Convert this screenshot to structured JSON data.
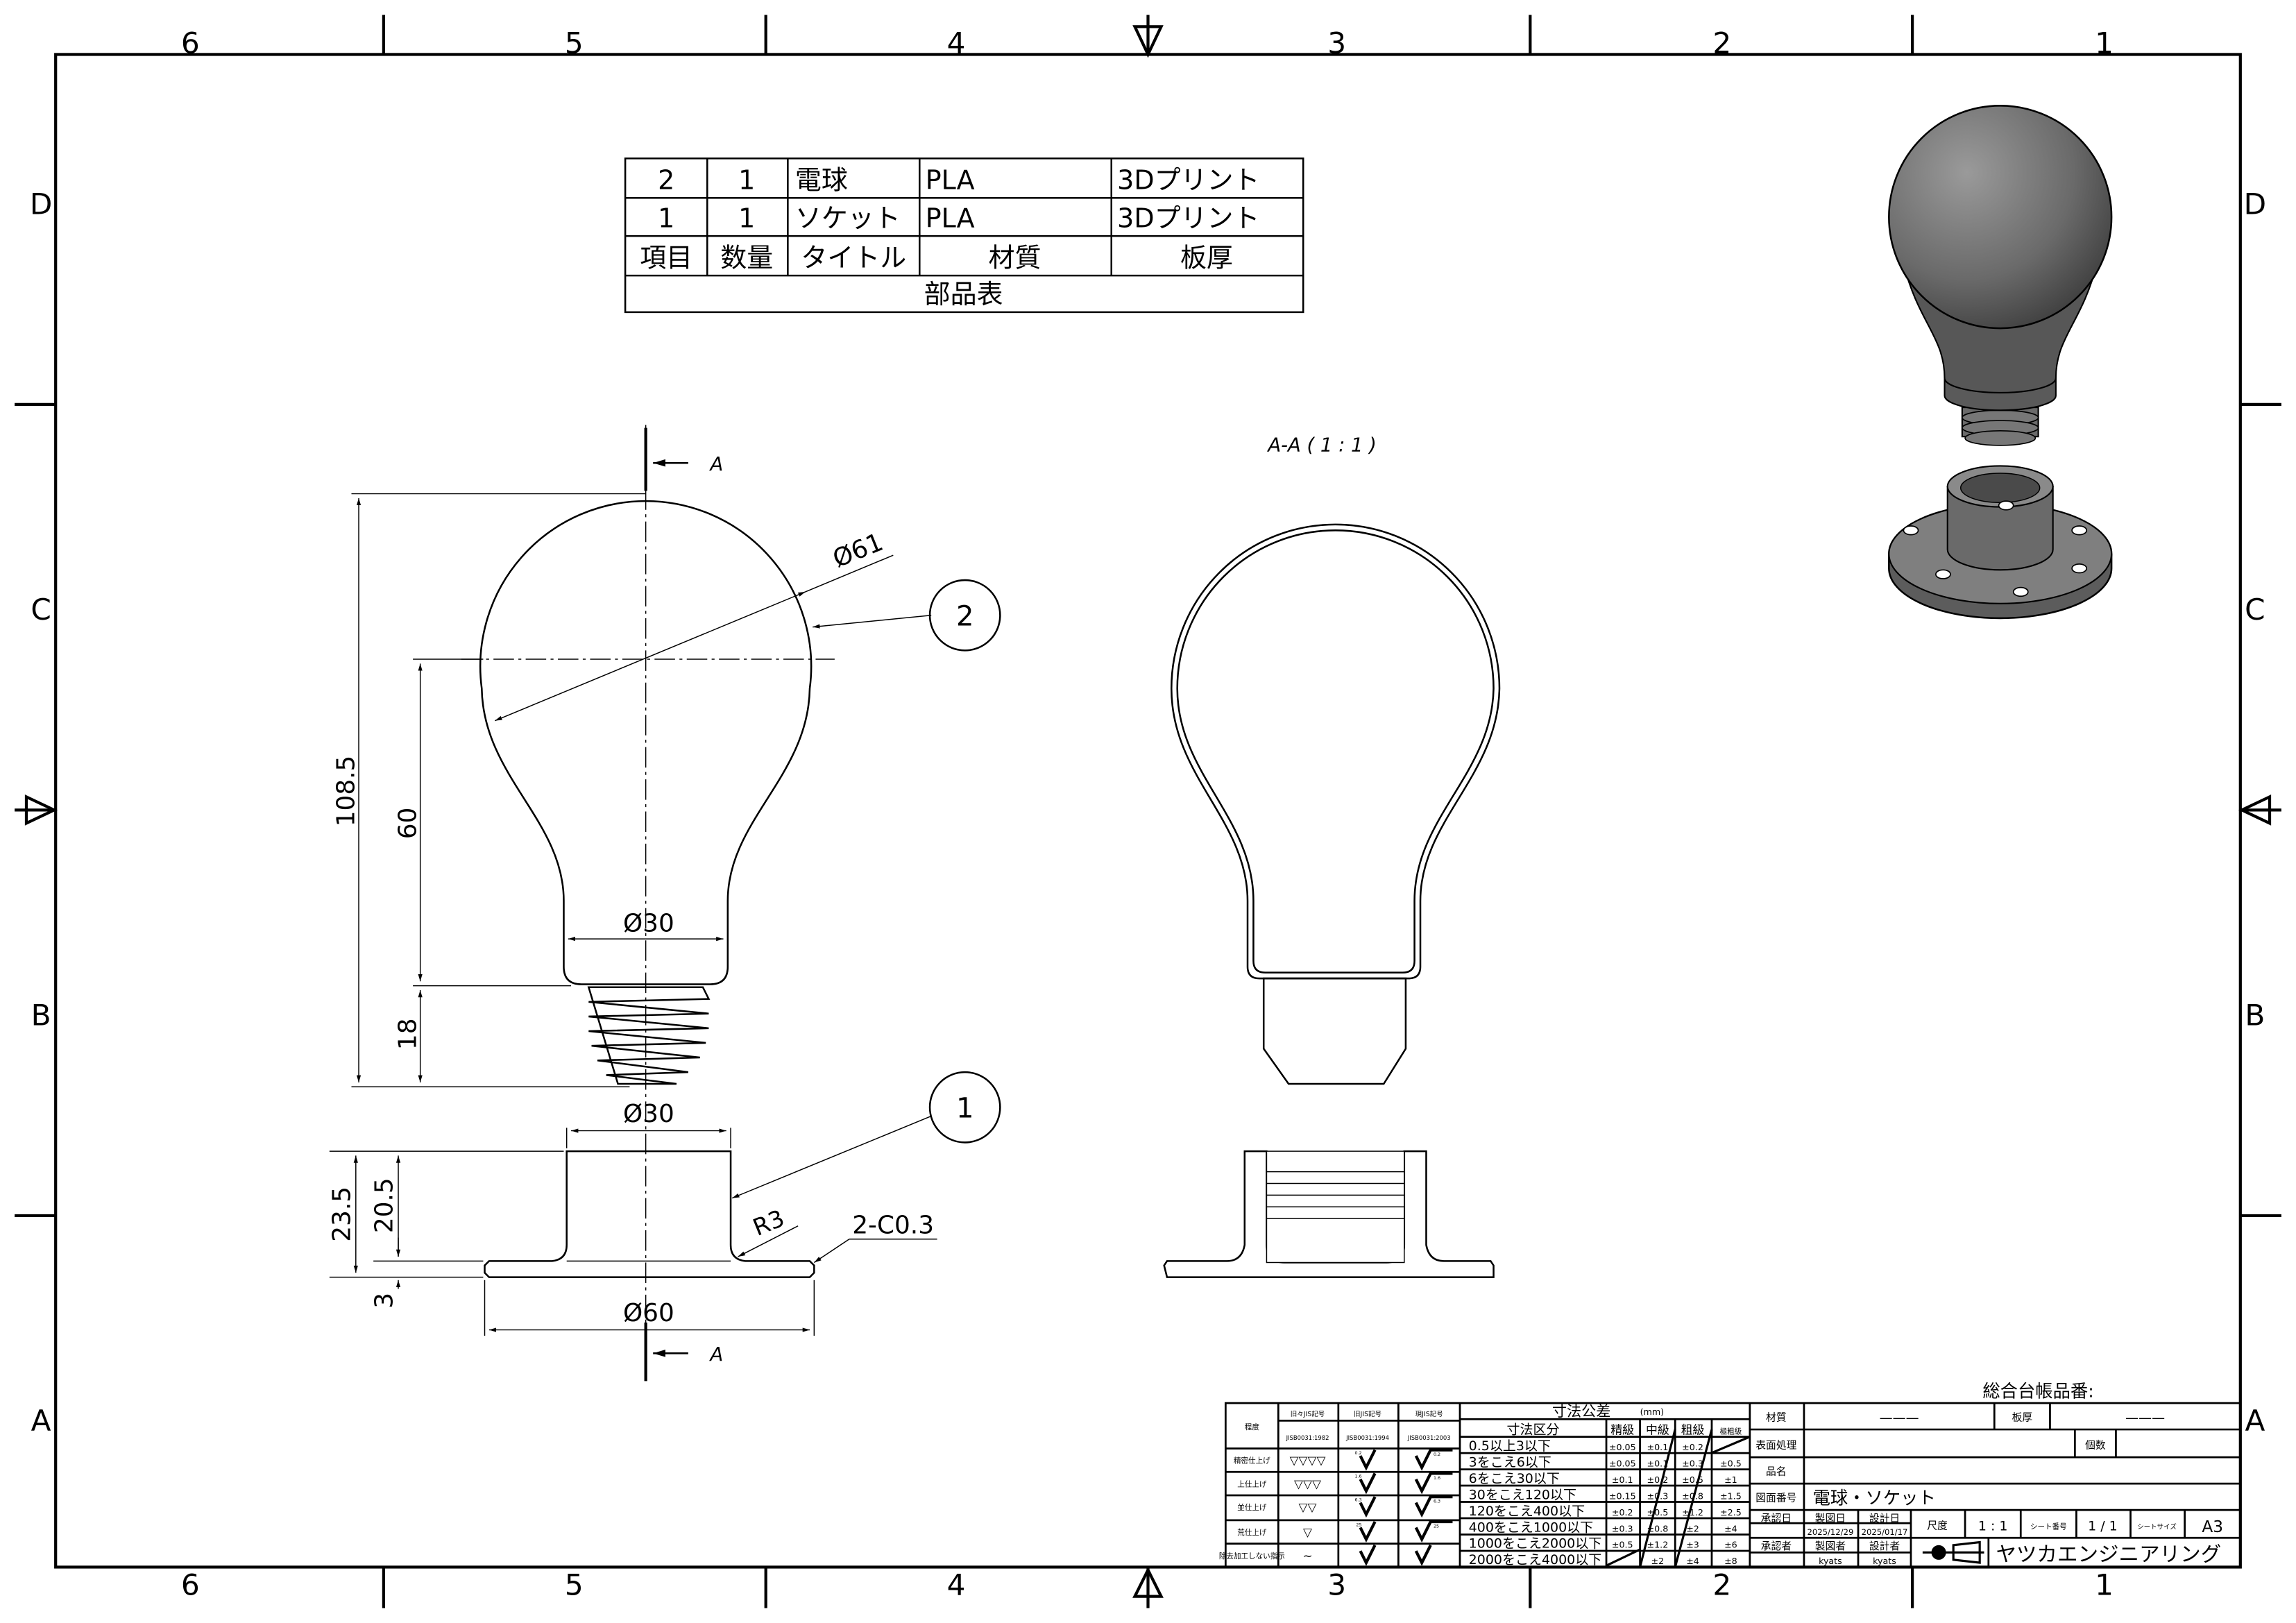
{
  "border": {
    "columns": [
      "6",
      "5",
      "4",
      "3",
      "2",
      "1"
    ],
    "rows": [
      "D",
      "C",
      "B",
      "A"
    ]
  },
  "parts_table": {
    "rows": [
      [
        "2",
        "1",
        "電球",
        "PLA",
        "3Dプリント"
      ],
      [
        "1",
        "1",
        "ソケット",
        "PLA",
        "3Dプリント"
      ]
    ],
    "headers": [
      "項目",
      "数量",
      "タイトル",
      "材質",
      "板厚"
    ],
    "caption": "部品表"
  },
  "front_view": {
    "dims": {
      "total_height": "108.5",
      "center_height": "60",
      "thread_height": "18",
      "bulb_dia": "Ø61",
      "neck_dia": "Ø30",
      "socket_dia": "Ø30",
      "flange_dia": "Ø60",
      "socket_height": "23.5",
      "socket_body": "20.5",
      "flange_thk": "3",
      "fillet": "R3",
      "chamfer": "2-C0.3"
    },
    "section_mark": "A",
    "balloons": [
      "1",
      "2"
    ]
  },
  "section_view": {
    "label": "A-A ( 1 : 1 )"
  },
  "title_block": {
    "ledger_label": "総合台帳品番:",
    "surface": {
      "headers": [
        "程度",
        "旧々JIS記号",
        "旧JIS記号",
        "現JIS記号"
      ],
      "standards": [
        "JISB0031:1982",
        "JISB0031:1994",
        "JISB0031:2003"
      ],
      "rows": [
        {
          "grade": "精密仕上げ",
          "old_old": "▽▽▽▽",
          "ra": "0.2"
        },
        {
          "grade": "上仕上げ",
          "old_old": "▽▽▽",
          "ra": "1.6"
        },
        {
          "grade": "並仕上げ",
          "old_old": "▽▽",
          "ra": "6.3"
        },
        {
          "grade": "荒仕上げ",
          "old_old": "▽",
          "ra": "25"
        },
        {
          "grade": "除去加工しない指示",
          "old_old": "∼",
          "ra": ""
        }
      ]
    },
    "tolerance": {
      "title": "寸法公差",
      "unit": "(mm)",
      "headers": [
        "寸法区分",
        "精級",
        "中級",
        "粗級",
        "極粗級"
      ],
      "rows": [
        [
          "0.5以上3以下",
          "±0.05",
          "±0.1",
          "±0.2",
          ""
        ],
        [
          "3をこえ6以下",
          "±0.05",
          "±0.1",
          "±0.3",
          "±0.5"
        ],
        [
          "6をこえ30以下",
          "±0.1",
          "±0.2",
          "±0.5",
          "±1"
        ],
        [
          "30をこえ120以下",
          "±0.15",
          "±0.3",
          "±0.8",
          "±1.5"
        ],
        [
          "120をこえ400以下",
          "±0.2",
          "±0.5",
          "±1.2",
          "±2.5"
        ],
        [
          "400をこえ1000以下",
          "±0.3",
          "±0.8",
          "±2",
          "±4"
        ],
        [
          "1000をこえ2000以下",
          "±0.5",
          "±1.2",
          "±3",
          "±6"
        ],
        [
          "2000をこえ4000以下",
          "",
          "±2",
          "±4",
          "±8"
        ]
      ]
    },
    "material_label": "材質",
    "material_value": "———",
    "thickness_label": "板厚",
    "thickness_value": "———",
    "surface_treatment_label": "表面処理",
    "quantity_label": "個数",
    "part_name_label": "品名",
    "drawing_number_label": "図面番号",
    "drawing_number_value": "電球・ソケット",
    "approval_date_label": "承認日",
    "drafted_date_label": "製図日",
    "design_date_label": "設計日",
    "drafted_date": "2025/12/29",
    "design_date": "2025/01/17",
    "approver_label": "承認者",
    "drafter_label": "製図者",
    "designer_label": "設計者",
    "drafter": "kyats",
    "designer": "kyats",
    "scale_label": "尺度",
    "scale_value": "1 : 1",
    "sheet_no_label": "シート番号",
    "sheet_no_value": "1 / 1",
    "sheet_size_label": "シートサイズ",
    "sheet_size_value": "A3",
    "company": "ヤツカエンジニアリング"
  }
}
